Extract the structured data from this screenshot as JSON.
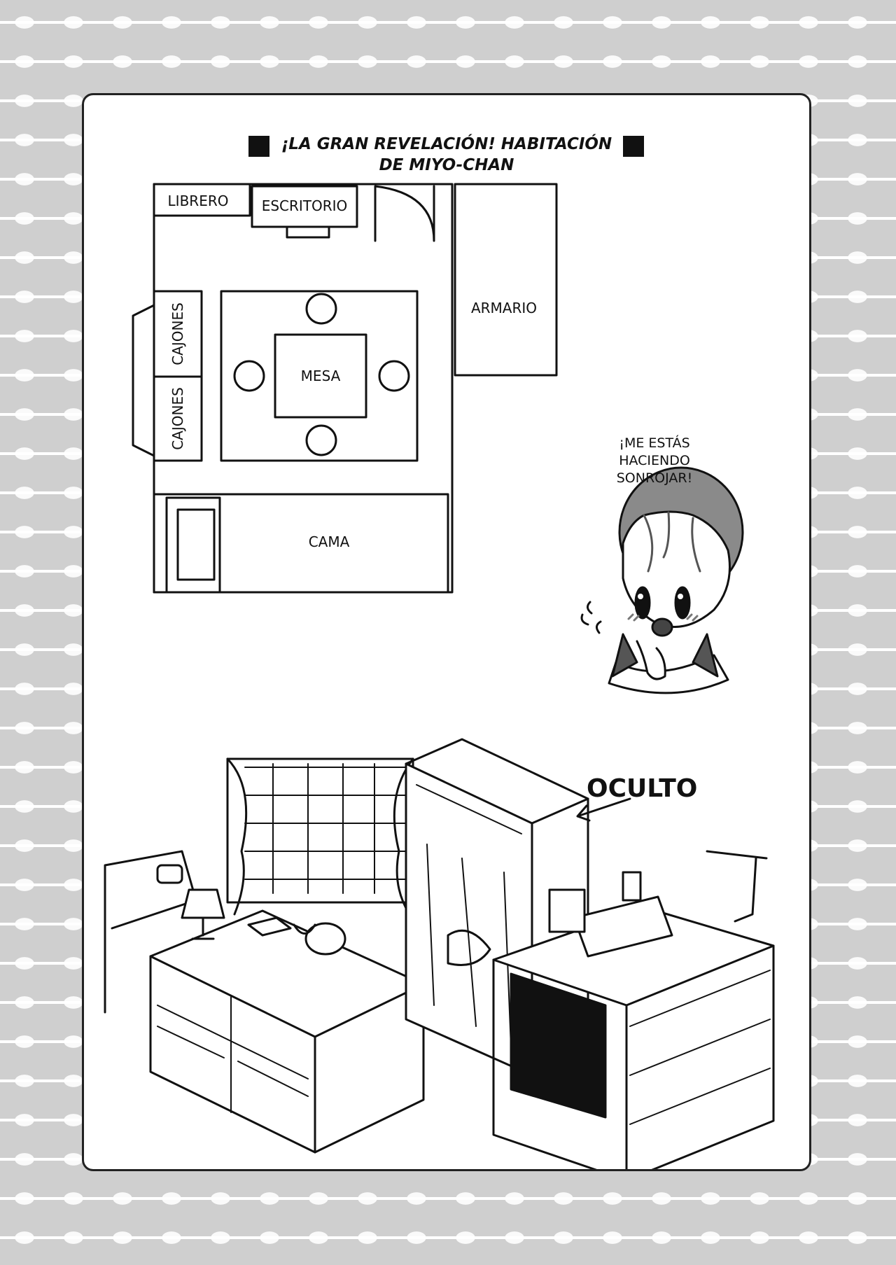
{
  "title": {
    "line1": "¡LA GRAN REVELACIÓN! HABITACIÓN",
    "line2": "DE MIYO-CHAN"
  },
  "floor_plan": {
    "bookshelf": "LIBRERO",
    "desk": "ESCRITORIO",
    "wardrobe": "ARMARIO",
    "drawers_top": "CAJONES",
    "drawers_bottom": "CAJONES",
    "table": "MESA",
    "bed": "CAMA"
  },
  "speech": {
    "line1": "¡ME ESTÁS",
    "line2": "HACIENDO",
    "line3": "SONROJAR!"
  },
  "annotation": {
    "hidden_label": "OCULTO"
  },
  "colors": {
    "ink": "#111111",
    "hair": "#7a7a7a",
    "background_stripe": "#cfcfcf"
  }
}
